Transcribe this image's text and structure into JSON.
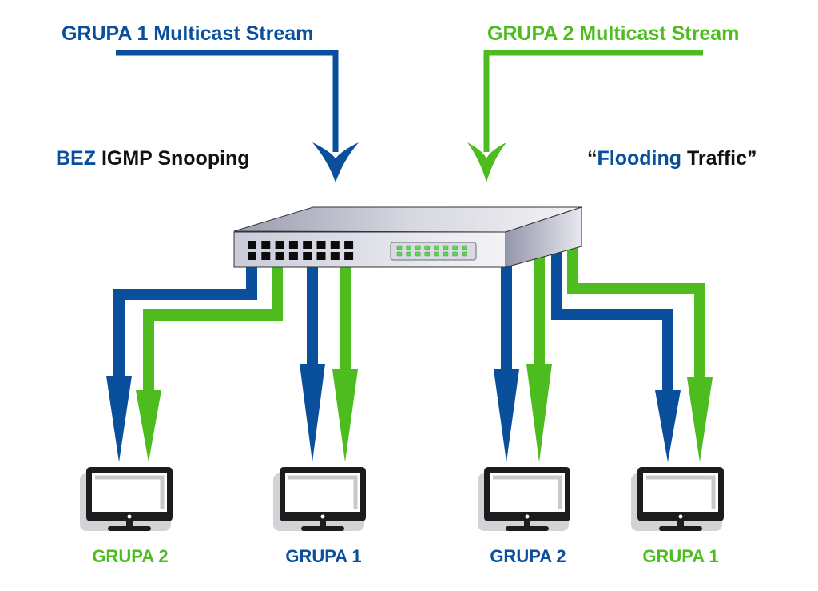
{
  "colors": {
    "group1": "#0a4f9c",
    "group2": "#4cbc1f",
    "text_dark": "#111111",
    "led": "#5fd35a"
  },
  "streams": {
    "group1": {
      "label": "GRUPA 1 Multicast Stream"
    },
    "group2": {
      "label": "GRUPA 2 Multicast Stream"
    }
  },
  "captions": {
    "left": {
      "highlight": "BEZ",
      "rest": " IGMP Snooping"
    },
    "right": {
      "open_quote": "“",
      "highlight": "Flooding",
      "rest": " Traffic",
      "close_quote": "”"
    }
  },
  "switch": {
    "name": "network-switch",
    "ports": 16,
    "leds": 16
  },
  "hosts": [
    {
      "label": "GRUPA 2",
      "group": "group2",
      "receives": [
        "group1",
        "group2"
      ]
    },
    {
      "label": "GRUPA 1",
      "group": "group1",
      "receives": [
        "group1",
        "group2"
      ]
    },
    {
      "label": "GRUPA 2",
      "group": "group1",
      "receives": [
        "group1",
        "group2"
      ]
    },
    {
      "label": "GRUPA 1",
      "group": "group2",
      "receives": [
        "group1",
        "group2"
      ]
    }
  ]
}
